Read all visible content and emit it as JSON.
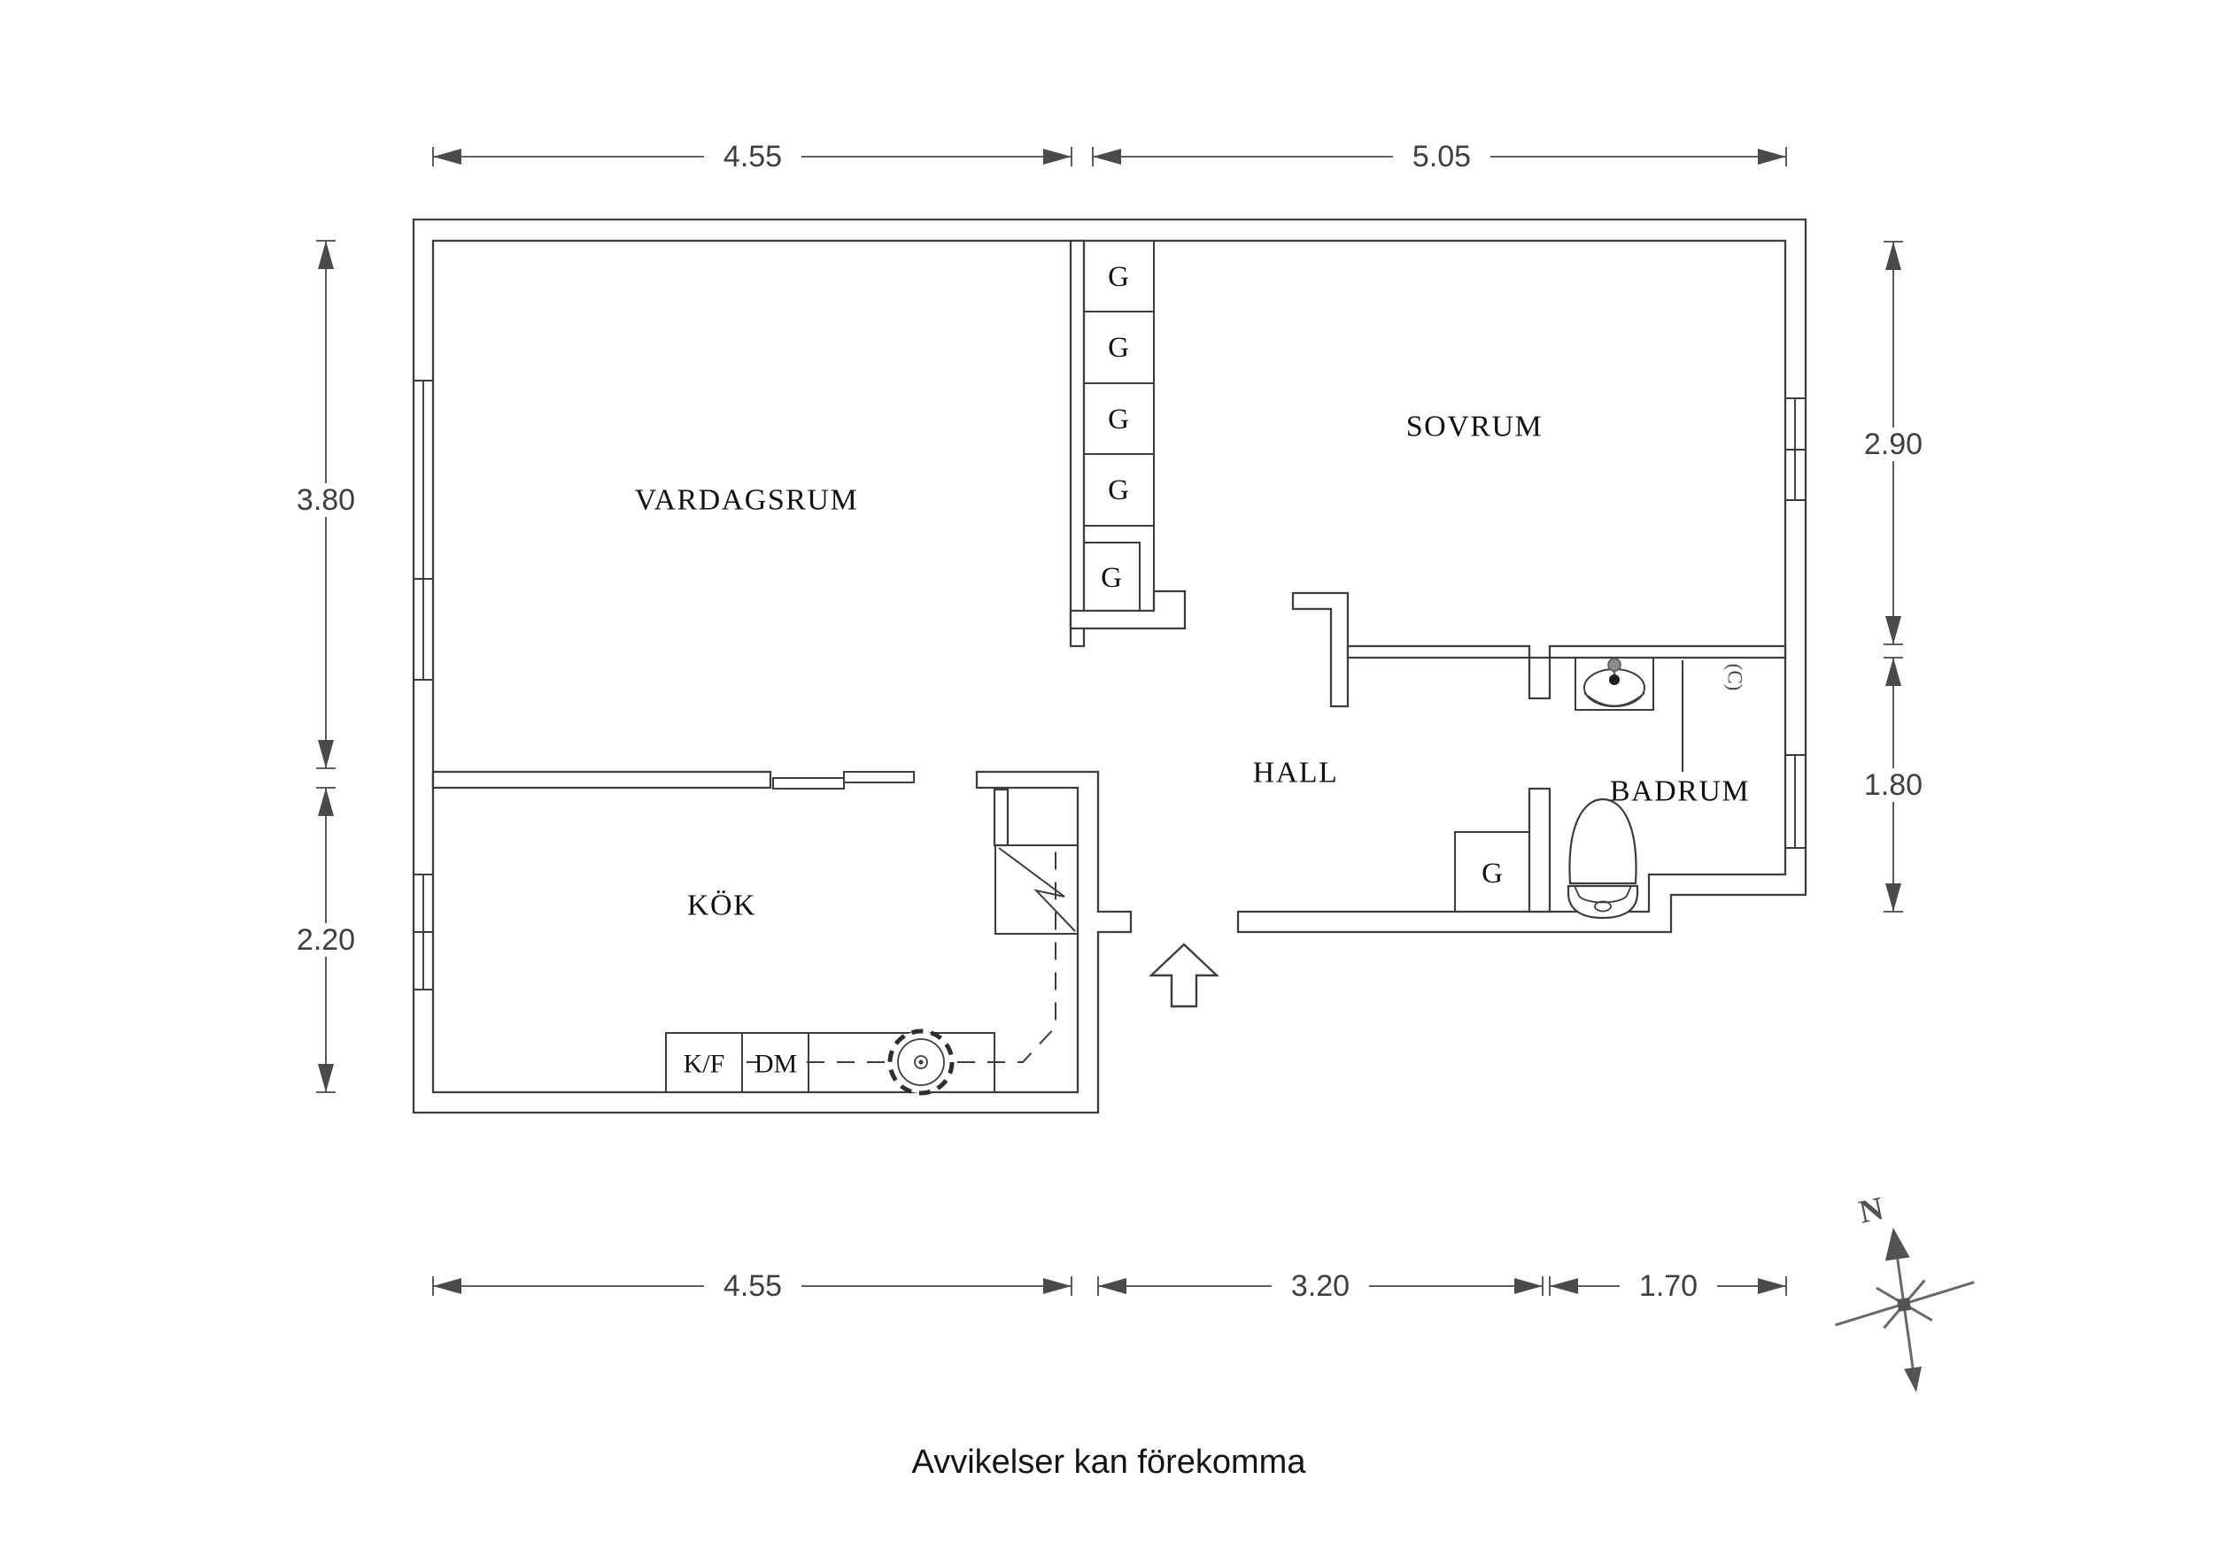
{
  "page": {
    "footer": "Avvikelser kan förekomma"
  },
  "rooms": {
    "living_room": "VARDAGSRUM",
    "bedroom": "SOVRUM",
    "kitchen": "KÖK",
    "hall": "HALL",
    "bathroom": "BADRUM"
  },
  "fixtures": {
    "wardrobe_label": "G",
    "wardrobe_count": 6,
    "fridge_freezer": "K/F",
    "dishwasher": "DM",
    "shaft_label": "(C)"
  },
  "dimensions": {
    "top": [
      {
        "value": "4.55"
      },
      {
        "value": "5.05"
      }
    ],
    "bottom": [
      {
        "value": "4.55"
      },
      {
        "value": "3.20"
      },
      {
        "value": "1.70"
      }
    ],
    "left": [
      {
        "value": "3.80"
      },
      {
        "value": "2.20"
      }
    ],
    "right": [
      {
        "value": "2.90"
      },
      {
        "value": "1.80"
      }
    ]
  },
  "compass": {
    "north": "N"
  },
  "colors": {
    "background": "#ffffff",
    "wall_line": "#3d3d3d",
    "dimension": "#4a4a4a",
    "label_text": "#111111"
  }
}
